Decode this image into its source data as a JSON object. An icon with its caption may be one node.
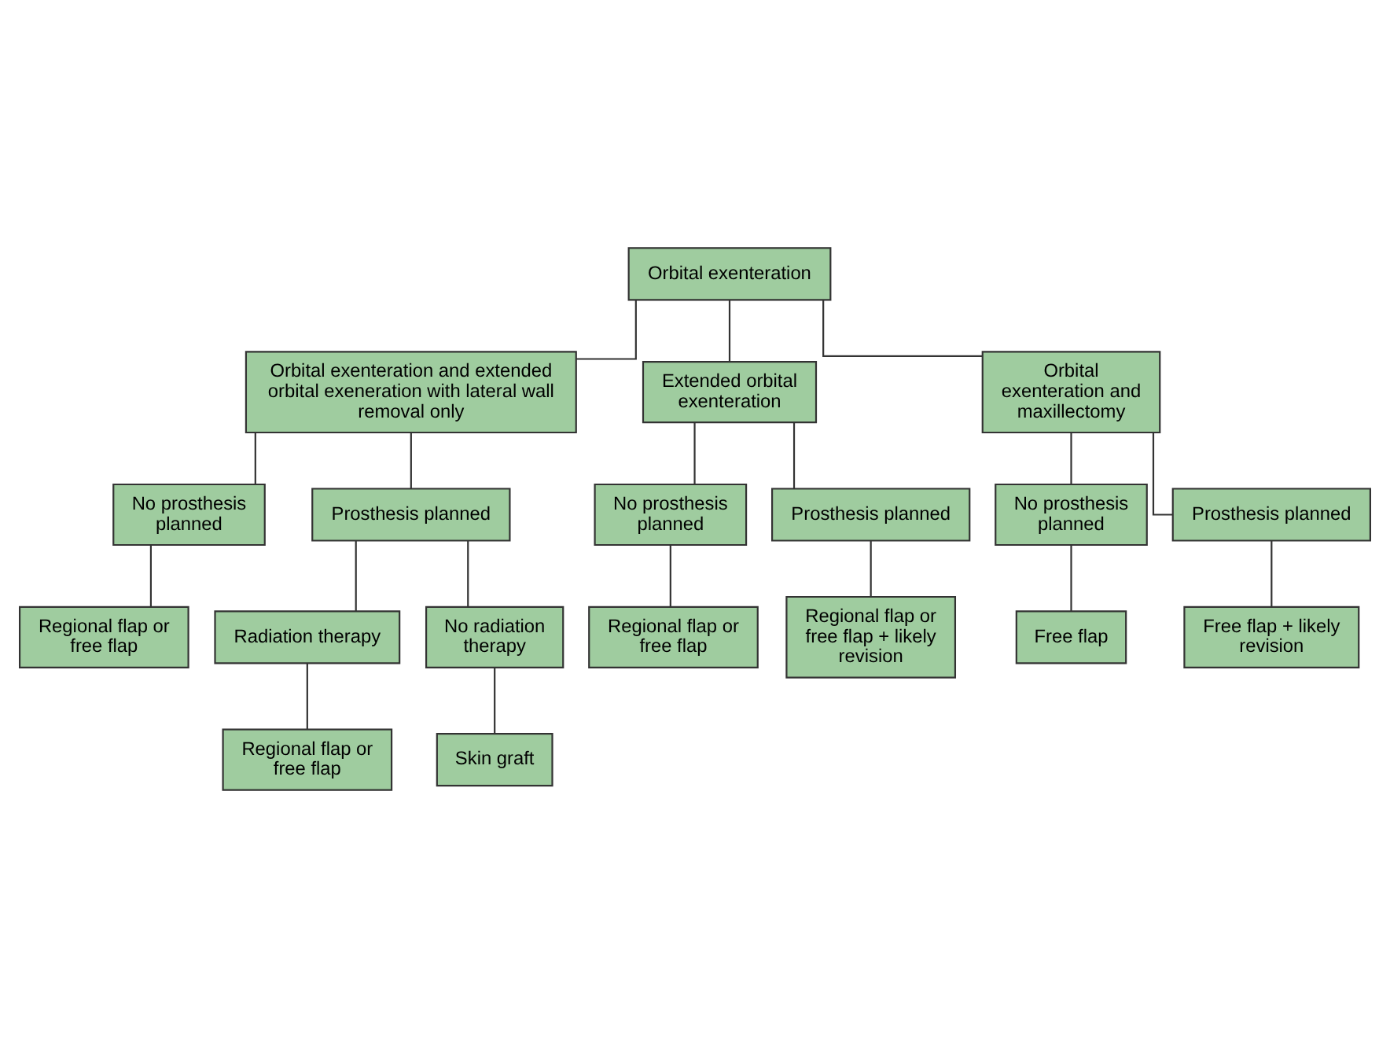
{
  "diagram": {
    "nodes": [
      {
        "text": [
          "Orbital exenteration"
        ]
      },
      {
        "text": [
          "Orbital exenteration and extended orbital exeneration with lateral wall removal only"
        ]
      },
      {
        "text": [
          "Extended orbital exenteration"
        ]
      },
      {
        "text": [
          "Orbital exenteration and maxillectomy"
        ]
      },
      {
        "text": [
          "No prosthesis planned"
        ]
      },
      {
        "text": [
          "Prosthesis planned"
        ]
      },
      {
        "text": [
          "No prosthesis planned"
        ]
      },
      {
        "text": [
          "Prosthesis planned"
        ]
      },
      {
        "text": [
          "No prosthesis planned"
        ]
      },
      {
        "text": [
          "Prosthesis planned"
        ]
      },
      {
        "text": [
          "Regional flap or free flap"
        ]
      },
      {
        "text": [
          "Radiation therapy"
        ]
      },
      {
        "text": [
          "No radiation therapy"
        ]
      },
      {
        "text": [
          "Regional flap or free flap"
        ]
      },
      {
        "text": [
          "Regional flap or free flap + likely revision"
        ]
      },
      {
        "text": [
          "Free flap"
        ]
      },
      {
        "text": [
          "Free flap + likely revision"
        ]
      },
      {
        "text": [
          "Regional flap or free flap"
        ]
      },
      {
        "text": [
          "Skin graft"
        ]
      }
    ],
    "edges": [
      {
        "from": 0,
        "to": 1,
        "arrow": "none"
      },
      {
        "from": 0,
        "to": 2,
        "arrow": "none"
      },
      {
        "from": 0,
        "to": 3,
        "arrow": "none"
      },
      {
        "from": 1,
        "to": 4,
        "arrow": "none"
      },
      {
        "from": 1,
        "to": 5,
        "arrow": "none"
      },
      {
        "from": 2,
        "to": 6,
        "arrow": "none"
      },
      {
        "from": 2,
        "to": 7,
        "arrow": "none"
      },
      {
        "from": 3,
        "to": 8,
        "arrow": "none"
      },
      {
        "from": 3,
        "to": 9,
        "arrow": "none"
      },
      {
        "from": 4,
        "to": 10,
        "arrow": "none"
      },
      {
        "from": 5,
        "to": 11,
        "arrow": "none"
      },
      {
        "from": 5,
        "to": 12,
        "arrow": "none"
      },
      {
        "from": 6,
        "to": 13,
        "arrow": "none"
      },
      {
        "from": 7,
        "to": 14,
        "arrow": "none"
      },
      {
        "from": 8,
        "to": 15,
        "arrow": "none"
      },
      {
        "from": 9,
        "to": 16,
        "arrow": "none"
      },
      {
        "from": 11,
        "to": 17,
        "arrow": "none"
      },
      {
        "from": 12,
        "to": 18,
        "arrow": "none"
      }
    ]
  }
}
